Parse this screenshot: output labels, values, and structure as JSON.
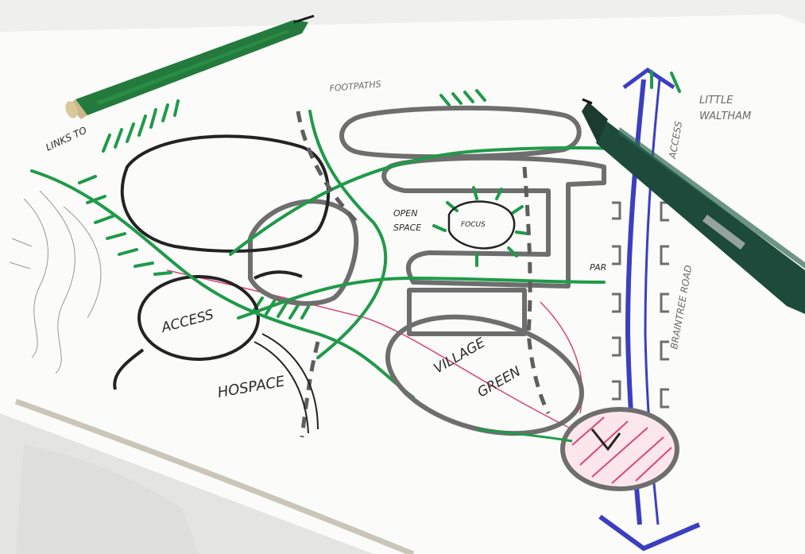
{
  "sketch": {
    "labels": {
      "links": "LINKS TO",
      "footpaths": "FOOTPATHS",
      "little_waltham": [
        "LITTLE",
        "WALTHAM"
      ],
      "access_road": "ACCESS",
      "open_space": [
        "OPEN",
        "SPACE"
      ],
      "focus": "FOCUS",
      "par": "PAR",
      "access_circle": "ACCESS",
      "hospace": "HOSPACE",
      "village_green": [
        "VILLAGE",
        "GREEN"
      ],
      "braintree_road": "BRAINTREE ROAD"
    }
  },
  "colors": {
    "paper": "#fbfbf9",
    "marker_grey": "#6e6e6e",
    "marker_black": "#232323",
    "marker_green": "#1f9a4a",
    "pen_green": "#1c7a3a",
    "pen_blue": "#3b3fbf",
    "pen_pink": "#d9477a",
    "pen_body_green": "#237a3c",
    "pen_body_dark": "#1d4a3a"
  },
  "objects": [
    {
      "name": "green-felt-pen",
      "color": "#237a3c"
    },
    {
      "name": "dark-green-fineliner-pen",
      "color": "#1d4a3a"
    }
  ]
}
